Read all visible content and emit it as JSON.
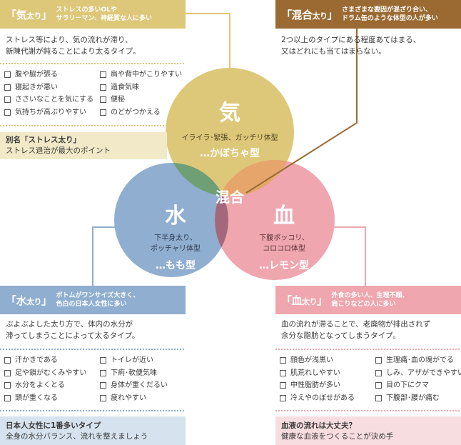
{
  "colors": {
    "ki": "#ddc778",
    "ki_bg": "#f2e9c9",
    "ketsu": "#efa6ae",
    "ketsu_bg": "#f8dde0",
    "mizu": "#8faed0",
    "mizu_bg": "#d6e3ef",
    "kongo": "#9a6a32",
    "kongo_line": "#b07a3e",
    "ki_mizu": "#6f9f74",
    "ketsu_mizu": "#a4687c",
    "all": "#c98a50",
    "ketsu_ki": "#e6a66b"
  },
  "ki": {
    "title_main": "「気太り」",
    "title_small": "太り",
    "desc_short": "ストレスの多いOLや\nサラリーマン、神経質な人に多い",
    "description": "ストレス等により、気の流れが滞り、\n新陳代謝が鈍ることにより太るタイプ。",
    "checks": [
      "腹や脇が張る",
      "寝起きが悪い",
      "ささいなことを気にする",
      "気持ちが高ぶりやすい",
      "肩や背中がこりやすい",
      "過食気味",
      "便秘",
      "のどがつかえる"
    ],
    "footer_title": "別名「ストレス太り」",
    "footer_body": "ストレス退治が最大のポイント"
  },
  "kongo": {
    "title": "「混合太り」",
    "desc_short": "さまざまな要因が混ざり合い、\nドラム缶のような体型の人が多い",
    "description": "2つ以上のタイプにある程度あてはまる、\n又はどれにも当てはまらない。"
  },
  "mizu": {
    "title": "「水太り」",
    "desc_short": "ボトムがワンサイズ大きく、\n色白の日本人女性に多い",
    "description": "ぶよぶよした太り方で、体内の水分が\n滞ってしまうことによって太るタイプ。",
    "checks": [
      "汗かきである",
      "足や鎖がむくみやすい",
      "水分をよくとる",
      "頭が重くなる",
      "トイレが近い",
      "下痢･軟便気味",
      "身体が重くだるい",
      "疲れやすい"
    ],
    "footer_title": "日本人女性に1番多いタイプ",
    "footer_body": "全身の水分バランス、流れを整えましょう"
  },
  "ketsu": {
    "title": "「血太り」",
    "desc_short": "外食の多い人、生理不順、\n肩こりなどの人に多い",
    "description": "血の流れが滞ることで、老廃物が排出されず\n余分な脂肪となってしまうタイプ。",
    "checks": [
      "顔色が浅黒い",
      "肌荒れしやすい",
      "中性脂肪が多い",
      "冷えやのぼせがある",
      "生理痛･血の塊がでる",
      "しみ、アザができやすい",
      "目の下にクマ",
      "下腹部･腰が痛む"
    ],
    "footer_title": "血液の流れは大丈夫？",
    "footer_body": "健康な血液をつくることが決め手"
  },
  "diagram": {
    "ki_label": "気",
    "ki_sub": "イライラ･緊張、ガッチリ体型",
    "ki_type": "…かぼちゃ型",
    "mizu_label": "水",
    "mizu_sub": "下半身太り、\nポッチャリ体型",
    "mizu_type": "…もも型",
    "ketsu_label": "血",
    "ketsu_sub": "下腹ポッコリ、\nコロコロ体型",
    "ketsu_type": "…レモン型",
    "center_label": "混合"
  }
}
